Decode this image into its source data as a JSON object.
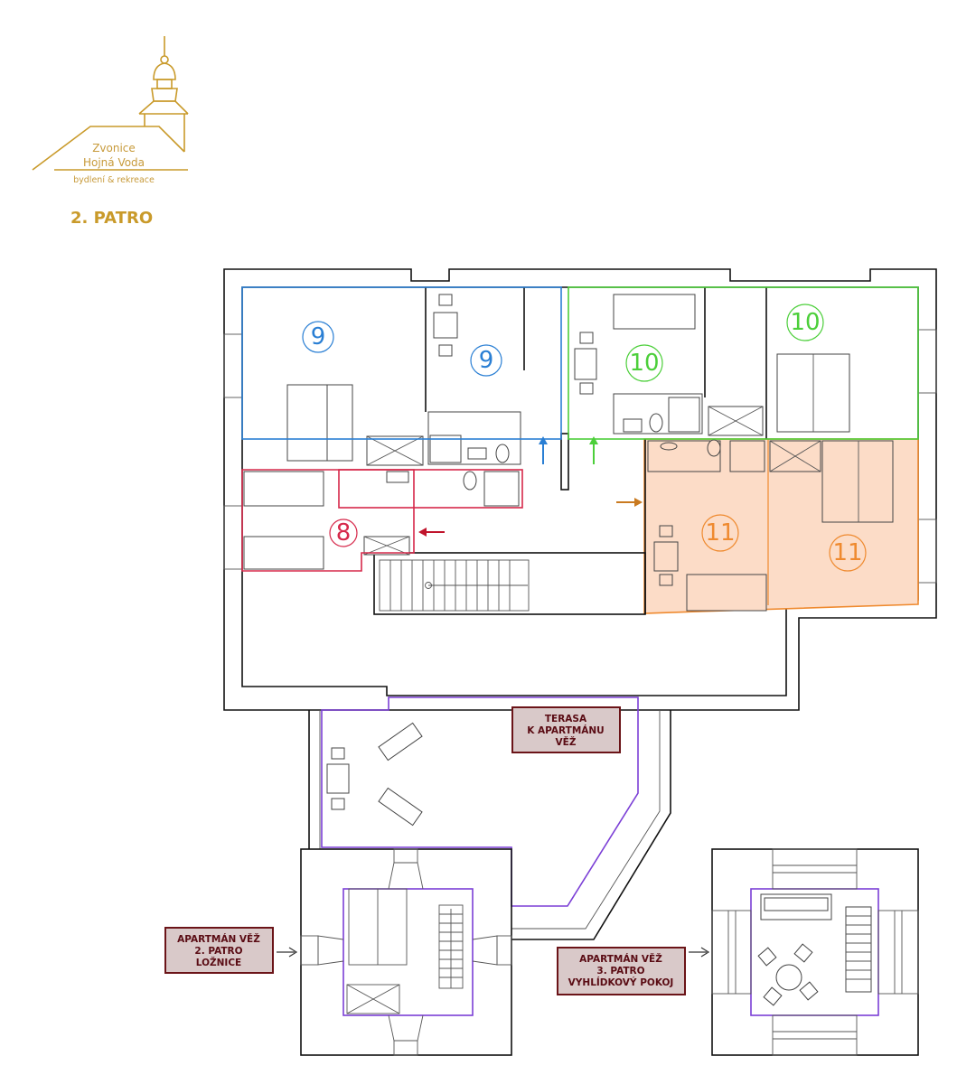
{
  "logo": {
    "line1": "Zvonice",
    "line2": "Hojná Voda",
    "line3": "bydlení & rekreace"
  },
  "floor_title": "2. PATRO",
  "colors": {
    "gold": "#c99a2a",
    "blue": "#2a7fd4",
    "green": "#4ccf3a",
    "red": "#d6284a",
    "orange": "#ef8a2f",
    "orange_fill": "#fcdcc7",
    "purple": "#7b3fd6",
    "label_bg": "#d9c9c9",
    "label_border": "#6b1418",
    "label_text": "#5a0c14"
  },
  "apartments": [
    {
      "number": "9",
      "color": "blue"
    },
    {
      "number": "10",
      "color": "green"
    },
    {
      "number": "8",
      "color": "red"
    },
    {
      "number": "11",
      "color": "orange"
    }
  ],
  "labels": {
    "terasa": [
      "TERASA",
      "K APARTMÁNU",
      "VĚŽ"
    ],
    "vez2": [
      "APARTMÁN VĚŽ",
      "2. PATRO",
      "LOŽNICE"
    ],
    "vez3": [
      "APARTMÁN VĚŽ",
      "3. PATRO",
      "VYHLÍDKOVÝ POKOJ"
    ]
  }
}
